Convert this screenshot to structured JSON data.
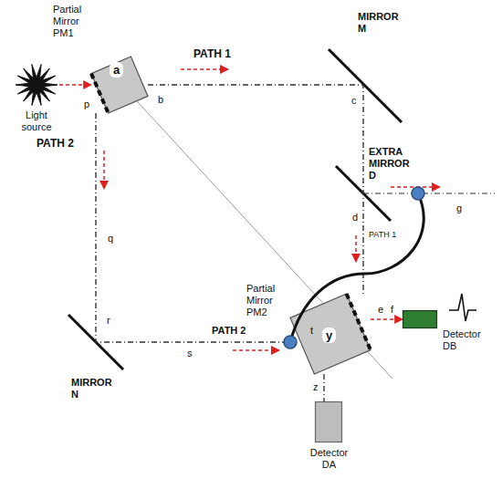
{
  "diagram": {
    "nodes": [
      {
        "text": [
          "Light source"
        ]
      },
      {
        "text": [
          "Partial Mirror PM1",
          "a"
        ]
      },
      {
        "text": [
          "Partial Mirror PM2",
          "y"
        ]
      },
      {
        "text": [
          "Detector DB"
        ]
      },
      {
        "text": [
          "Detector DA"
        ]
      }
    ],
    "edges": [
      {
        "from": 0,
        "to": 1,
        "arrow": "to"
      },
      {
        "from": 1,
        "to": 2,
        "arrow": "none"
      },
      {
        "from": 1,
        "to": 2,
        "arrow": "none"
      },
      {
        "from": 2,
        "to": 3,
        "arrow": "to"
      },
      {
        "from": 2,
        "to": 4,
        "arrow": "none"
      }
    ],
    "labels": [
      "PATH 1",
      "b",
      "MIRROR M",
      "c",
      "p",
      "PATH 2",
      "q",
      "EXTRA MIRROR D",
      "g",
      "d",
      "PATH 1",
      "e",
      "f",
      "r",
      "MIRROR N",
      "s",
      "PATH 2",
      "t",
      "z"
    ]
  }
}
